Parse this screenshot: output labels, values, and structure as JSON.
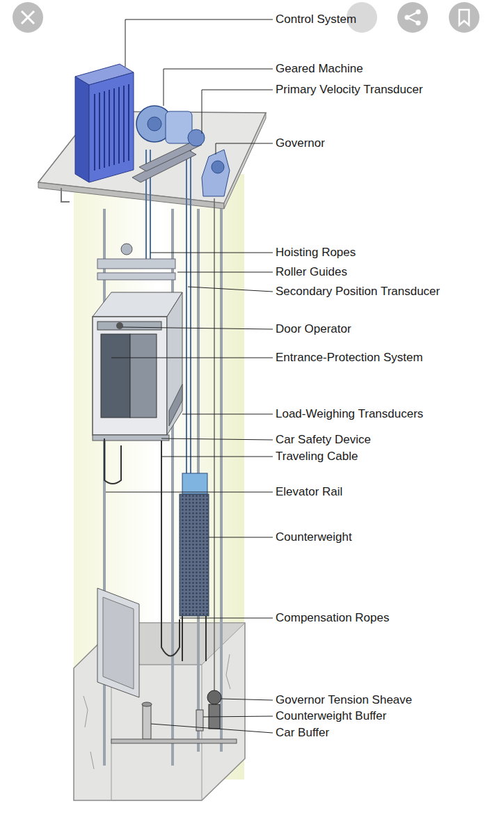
{
  "diagram": {
    "labels": [
      "Control System",
      "Geared Machine",
      "Primary Velocity Transducer",
      "Governor",
      "Hoisting Ropes",
      "Roller Guides",
      "Secondary Position Transducer",
      "Door Operator",
      "Entrance-Protection System",
      "Load-Weighing Transducers",
      "Car Safety Device",
      "Traveling Cable",
      "Elevator Rail",
      "Counterweight",
      "Compensation Ropes",
      "Governor Tension Sheave",
      "Counterweight Buffer",
      "Car Buffer"
    ]
  }
}
